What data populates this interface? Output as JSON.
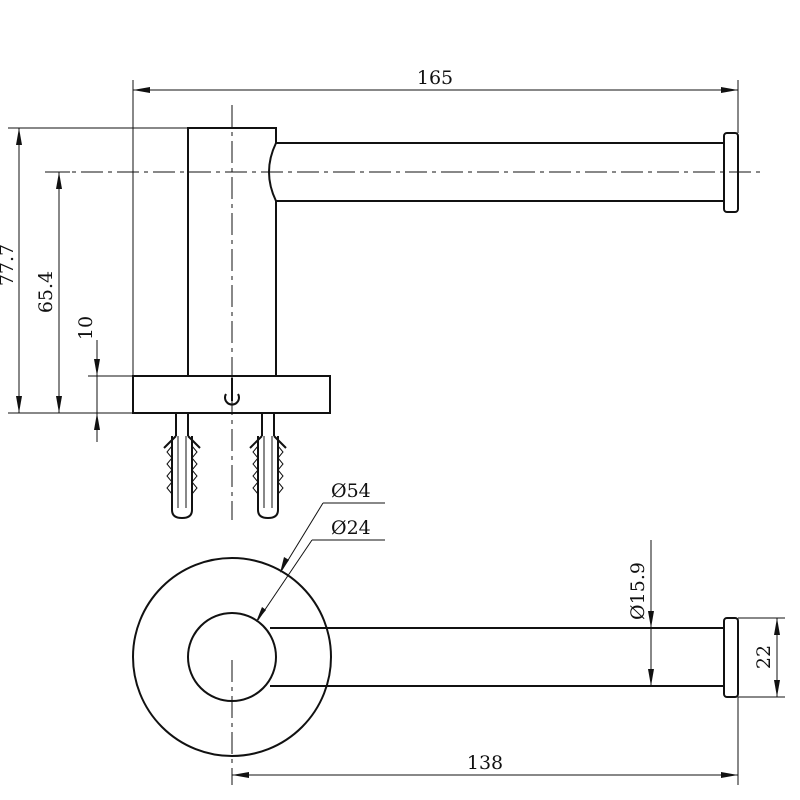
{
  "dimensions": {
    "overall_length": "165",
    "total_height": "77.7",
    "axis_height": "65.4",
    "base_thickness": "10",
    "rosette_diameter": "Ø54",
    "post_diameter": "Ø24",
    "bar_diameter": "Ø15.9",
    "end_cap_diameter": "22",
    "projection_length": "138"
  }
}
